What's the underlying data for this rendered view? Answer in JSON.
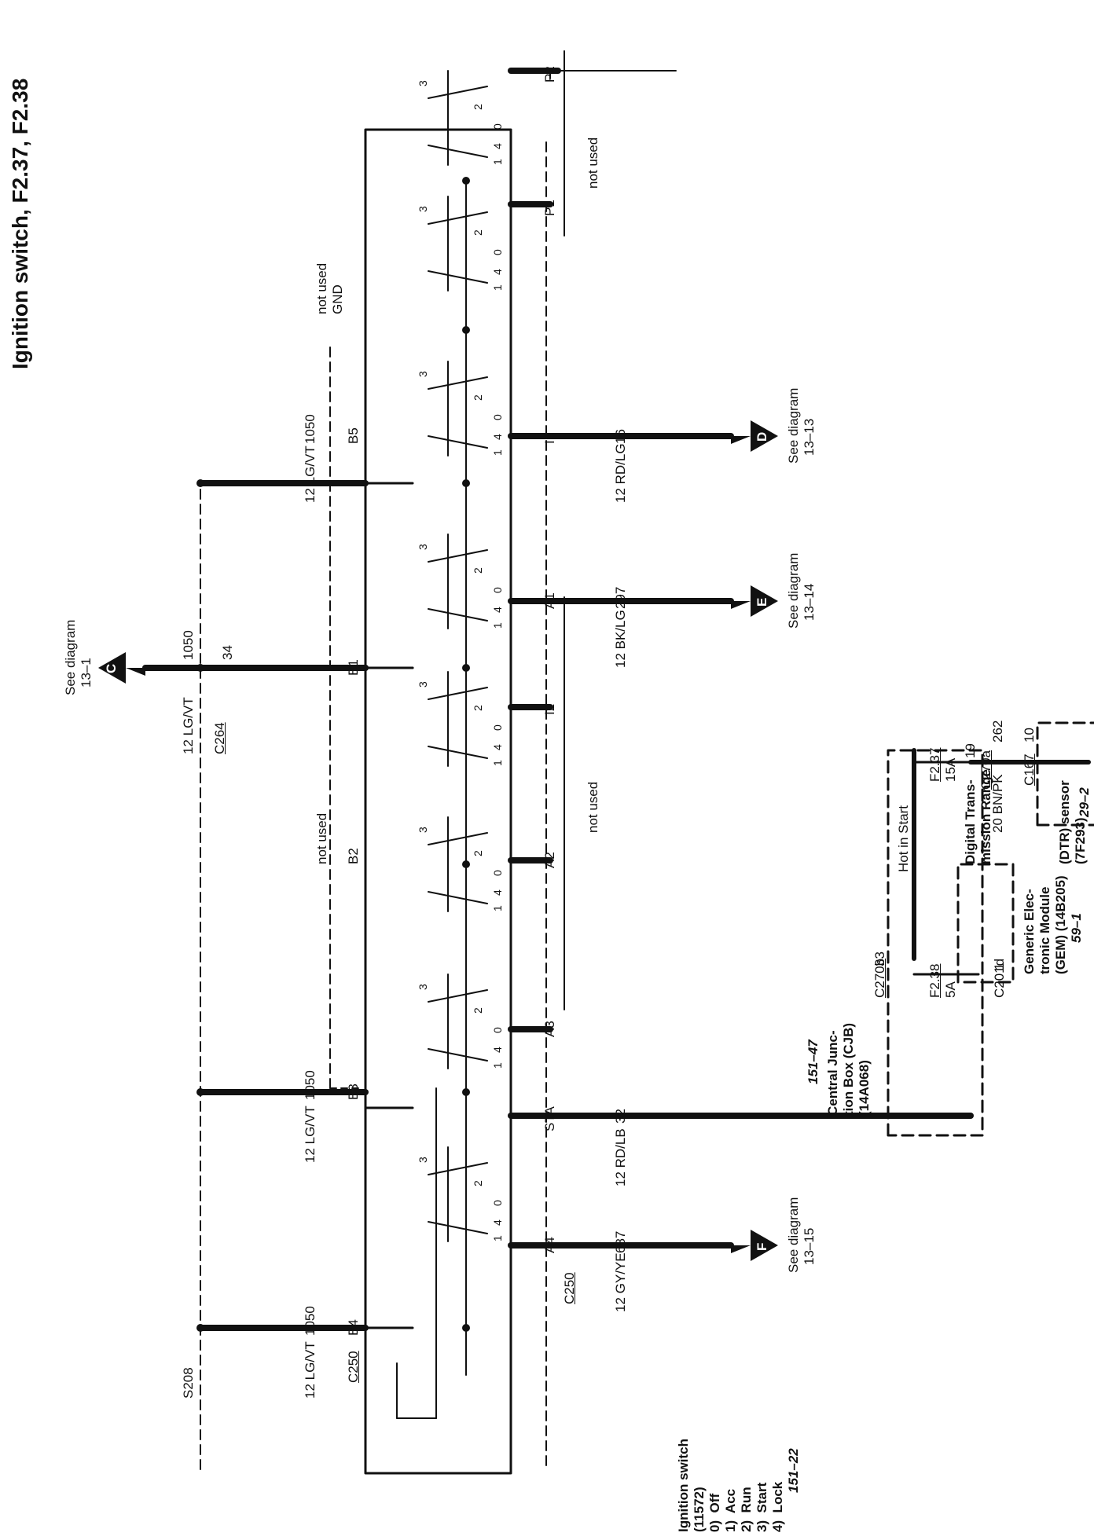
{
  "title": "Ignition switch, F2.37, F2.38",
  "ignition_switch": {
    "name_lines": [
      "Ignition switch",
      "(11572)"
    ],
    "positions": [
      "0)  Off",
      "1)  Acc",
      "2)  Run",
      "3)  Start",
      "4)  Lock"
    ],
    "ref": "151–22"
  },
  "contact_numbers": [
    "3",
    "2",
    "0",
    "4",
    "1"
  ],
  "terminals": {
    "p2": "P2",
    "p1": "P1",
    "i1": "I1",
    "a1": "A1",
    "i2": "I2",
    "a2": "A2",
    "a3": "A3",
    "sta": "STA",
    "a4": "A4",
    "b5": "B5",
    "b1": "B1",
    "b2": "B2",
    "b3": "B3",
    "b4": "B4",
    "gnd": "GND"
  },
  "notes": {
    "not_used": "not used"
  },
  "wires": {
    "b5": {
      "circuit": "1050",
      "spec": "12 LG/VT"
    },
    "b1": {
      "circuit": "1050",
      "spec": "12 LG/VT",
      "pin": "34",
      "connector": "C264"
    },
    "b3": {
      "circuit": "1050",
      "spec": "12 LG/VT"
    },
    "b4": {
      "circuit": "1050",
      "spec": "12 LG/VT",
      "connector": "C250"
    },
    "i1": {
      "circuit": "16",
      "spec": "12 RD/LG"
    },
    "a1": {
      "circuit": "297",
      "spec": "12 BK/LG"
    },
    "sta": {
      "circuit": "32",
      "spec": "12 RD/LB"
    },
    "a4": {
      "circuit": "687",
      "spec": "12 GY/YE",
      "connector": "C250"
    },
    "dtr": {
      "circuit": "262",
      "spec": "20 BN/PK"
    }
  },
  "splice": "S208",
  "refs": {
    "c": {
      "letter": "C",
      "text": "See diagram",
      "num": "13–1"
    },
    "d": {
      "letter": "D",
      "text": "See diagram",
      "num": "13–13"
    },
    "e": {
      "letter": "E",
      "text": "See diagram",
      "num": "13–14"
    },
    "f": {
      "letter": "F",
      "text": "See diagram",
      "num": "13–15"
    }
  },
  "cjb": {
    "name_lines": [
      "Central Junc-",
      "tion Box (CJB)",
      "(14A068)"
    ],
    "ref": "151–47",
    "hot": "Hot in Start",
    "fuse1": {
      "name": "F2.37",
      "rating": "15A"
    },
    "fuse2": {
      "name": "F2.38",
      "rating": "5A"
    },
    "pin19": "19",
    "conn_c270a": "C270a",
    "pin33": "33",
    "conn_c270b": "C270b",
    "pin1": "1",
    "conn_c201d": "C201d"
  },
  "dtr": {
    "name_lines": [
      "Digital Trans-",
      "mission Range",
      "(DTR) sensor",
      "(7F293)"
    ],
    "ref": "29–2",
    "pin": "10",
    "connector": "C167"
  },
  "gem": {
    "name_lines": [
      "Generic Elec-",
      "tronic Module",
      "(GEM) (14B205)"
    ],
    "ref": "59–1"
  }
}
